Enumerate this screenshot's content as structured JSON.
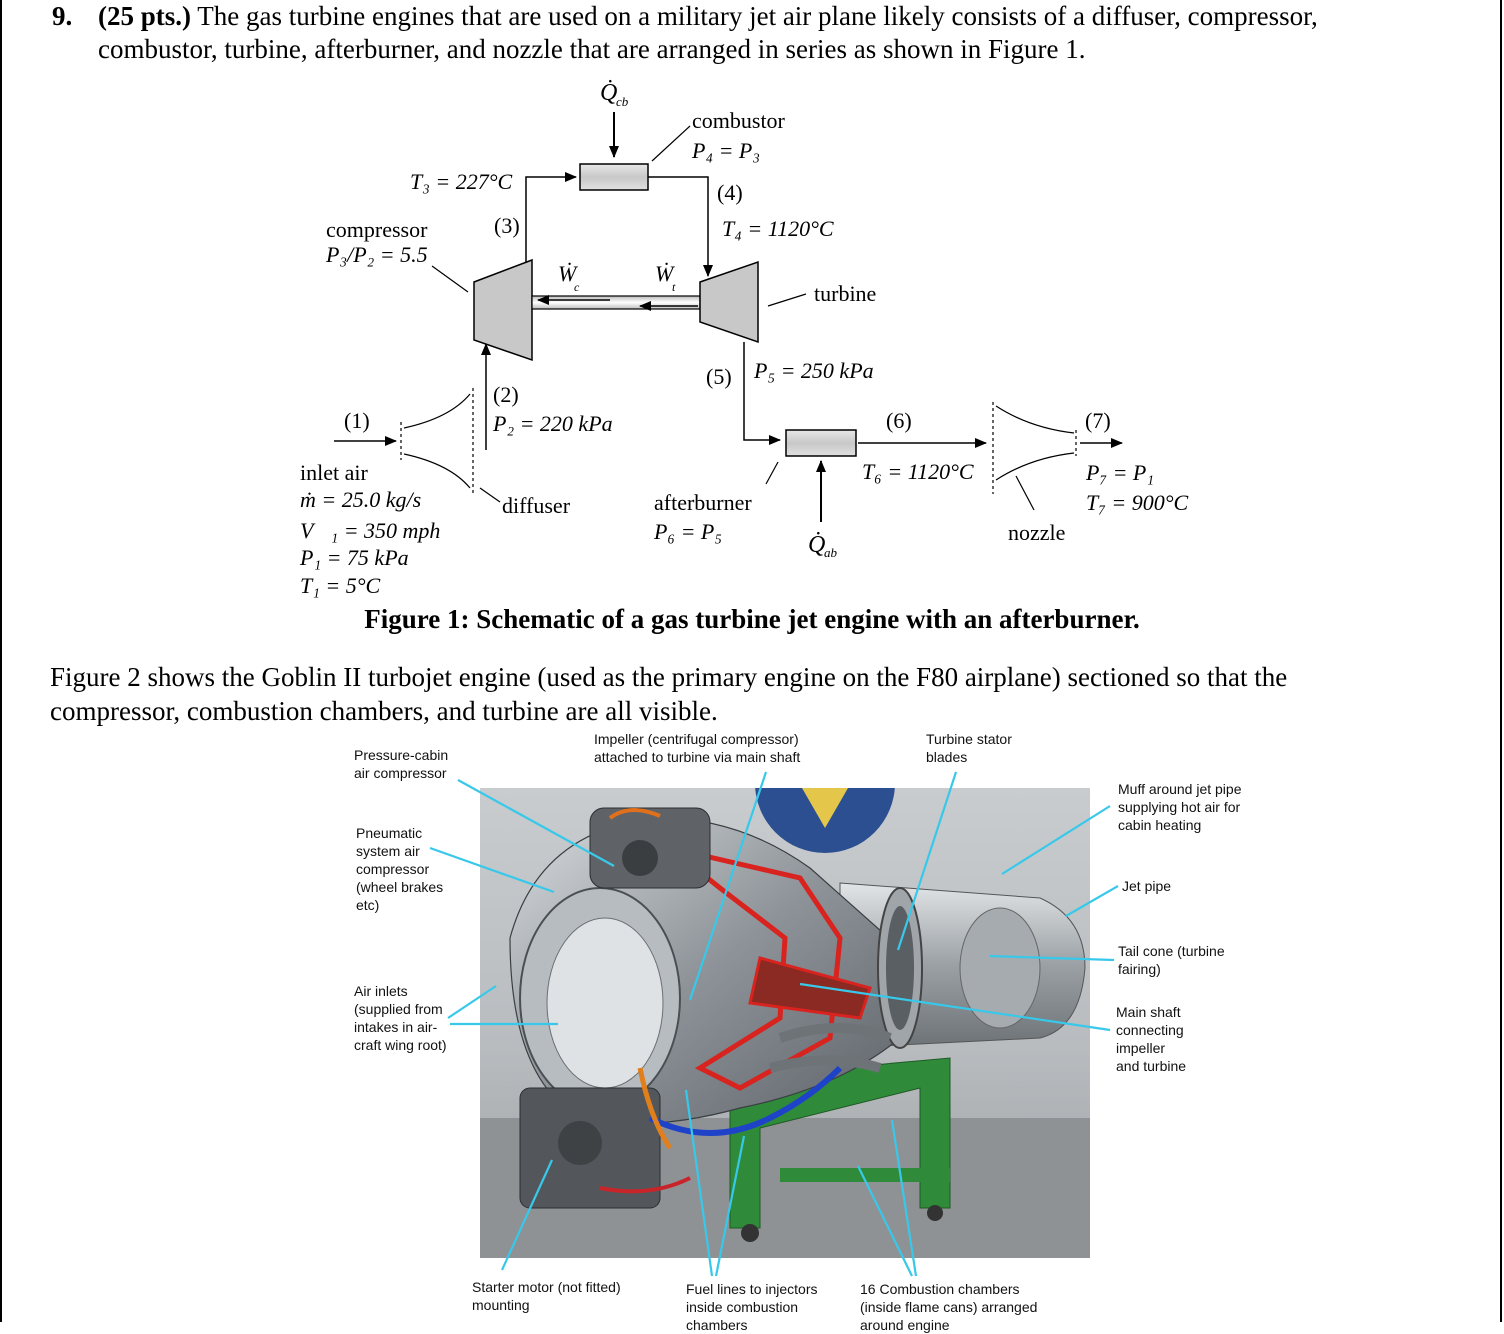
{
  "problem": {
    "number": "9.",
    "points": "(25 pts.)",
    "text_line1": " The gas turbine engines that are used on a military jet air plane likely consists of a diffuser, compressor,",
    "text_line2": "combustor, turbine, afterburner, and nozzle that are arranged in series as shown in Figure 1."
  },
  "figure1": {
    "caption": "Figure 1: Schematic of a gas turbine jet engine with an afterburner.",
    "Q_cb": "Q̇",
    "Q_cb_sub": "cb",
    "combustor": "combustor",
    "combustor_eq": "P₄ = P₃",
    "T3": "T₃ = 227°C",
    "state4": "(4)",
    "T4": "T₄ = 1120°C",
    "compressor": "compressor",
    "compressor_ratio": "P₃/P₂ = 5.5",
    "state3": "(3)",
    "Wc": "Ẇ",
    "Wc_sub": "c",
    "Wt": "Ẇ",
    "Wt_sub": "t",
    "turbine": "turbine",
    "state5": "(5)",
    "P5": "P₅ = 250 kPa",
    "state1": "(1)",
    "state2": "(2)",
    "P2": "P₂ = 220 kPa",
    "state6": "(6)",
    "state7": "(7)",
    "inlet_air": "inlet air",
    "m_dot": "ṁ = 25.0 kg/s",
    "V1": "V⃗₁ = 350 mph",
    "P1": "P₁ = 75 kPa",
    "T1": "T₁ = 5°C",
    "diffuser": "diffuser",
    "afterburner": "afterburner",
    "afterburner_eq": "P₆ = P₅",
    "T6": "T₆ = 1120°C",
    "Q_ab": "Q̇",
    "Q_ab_sub": "ab",
    "nozzle": "nozzle",
    "P7": "P₇ = P₁",
    "T7": "T₇ = 900°C"
  },
  "paragraph": {
    "line1": "Figure 2 shows the Goblin II turbojet engine (used as the primary engine on the F80 airplane) sectioned so that the",
    "line2": "compressor, combustion chambers, and turbine are all visible."
  },
  "figure2": {
    "labels": {
      "pressure_cabin": "Pressure-cabin\nair compressor",
      "impeller": "Impeller (centrifugal compressor)\nattached to turbine via main shaft",
      "turbine_stator": "Turbine stator\nblades",
      "muff": "Muff around jet pipe\nsupplying hot air for\ncabin heating",
      "pneumatic": "Pneumatic\nsystem air\ncompressor\n(wheel brakes\netc)",
      "jet_pipe": "Jet pipe",
      "tail_cone": "Tail cone (turbine\nfairing)",
      "air_inlets": "Air inlets\n(supplied from\nintakes in air-\ncraft wing root)",
      "main_shaft": "Main shaft\nconnecting\nimpeller\nand turbine",
      "starter": "Starter motor (not fitted)\nmounting",
      "fuel_lines": "Fuel lines to injectors\ninside combustion\nchambers",
      "combustion": "16 Combustion chambers\n(inside flame cans) arranged\naround engine"
    }
  }
}
